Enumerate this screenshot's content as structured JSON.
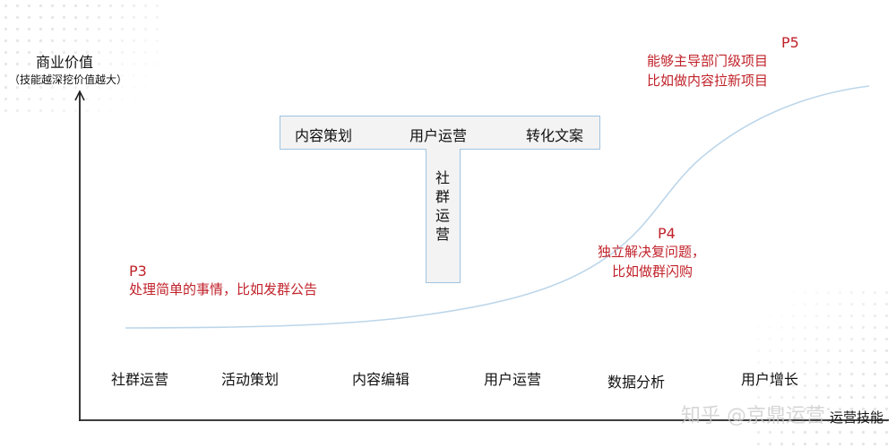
{
  "axes": {
    "y_title": "商业价值",
    "y_subtitle": "（技能越深挖价值越大）",
    "x_title": "运营技能"
  },
  "t_box": {
    "horizontal": [
      "内容策划",
      "用户运营",
      "转化文案"
    ],
    "vertical": "社群运营"
  },
  "levels": [
    {
      "level": "P3",
      "desc": [
        "处理简单的事情，比如发群公告"
      ]
    },
    {
      "level": "P4",
      "desc": [
        "独立解决复问题，",
        "比如做群闪购"
      ]
    },
    {
      "level": "P5",
      "desc": [
        "能够主导部门级项目",
        "比如做内容拉新项目"
      ]
    }
  ],
  "skills": [
    "社群运营",
    "活动策划",
    "内容编辑",
    "用户运营",
    "数据分析",
    "用户增长"
  ],
  "watermark": "知乎 @京鼎运营",
  "colors": {
    "accent": "#c0222a",
    "curve": "#bcd6ea",
    "box_border": "#9fc3e0",
    "axis": "#222222"
  }
}
